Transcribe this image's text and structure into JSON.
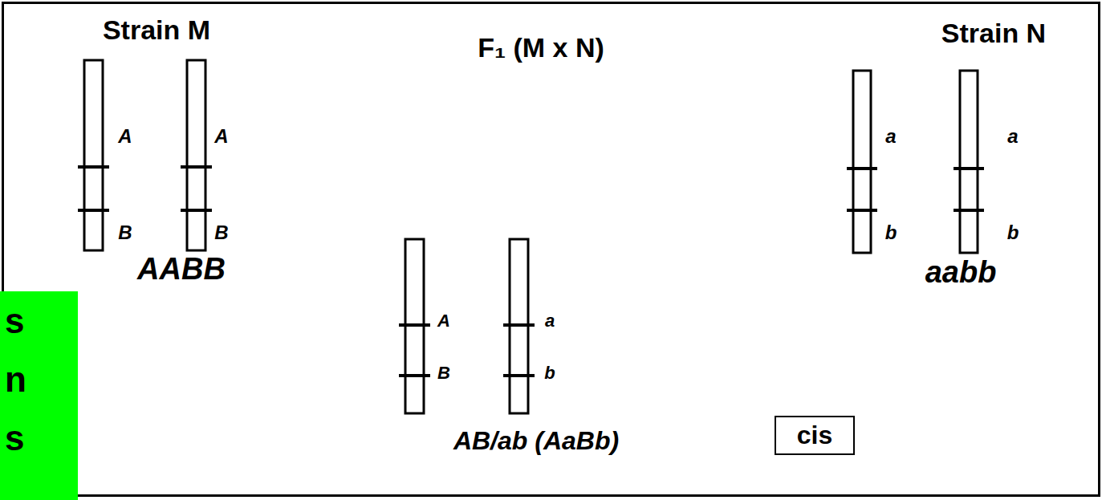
{
  "diagram": {
    "nodes": [
      {
        "text": [
          "s n s"
        ]
      },
      {
        "text": [
          "cis"
        ]
      }
    ],
    "labels": [
      "Strain M",
      "A",
      "A",
      "B",
      "B",
      "AABB",
      "F₁ (M x N)",
      "A",
      "a",
      "B",
      "b",
      "AB/ab (AaBb)",
      "Strain N",
      "a",
      "a",
      "b",
      "b",
      "aabb"
    ]
  }
}
